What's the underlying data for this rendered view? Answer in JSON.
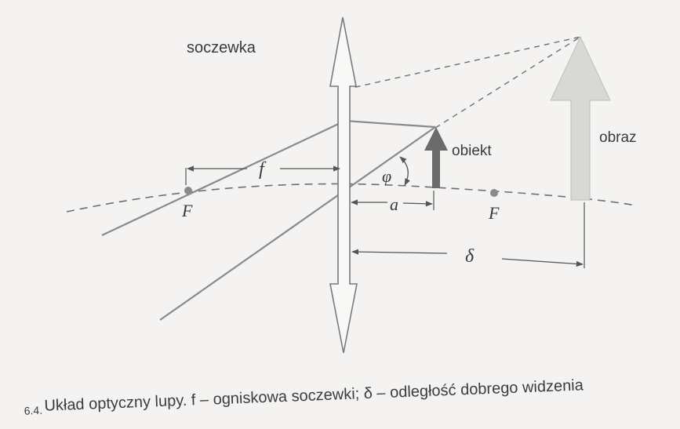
{
  "diagram": {
    "labels": {
      "lens": "soczewka",
      "object": "obiekt",
      "image": "obraz",
      "focal_left": "F",
      "focal_right": "F",
      "focal_length": "f",
      "angle": "φ",
      "object_distance": "a",
      "near_point_distance": "δ"
    },
    "caption": {
      "number": "6.4.",
      "text": "Układ optyczny lupy. f – ogniskowa soczewki; δ – odległość dobrego widzenia"
    }
  },
  "colors": {
    "background": "#f4f3f1",
    "ray": "#8a8a8a",
    "lens_outline": "#7a7a7a",
    "object_arrow": "#6b6b6b",
    "image_arrow": "#d8d8d6",
    "dashed": "#6f6f6f"
  }
}
